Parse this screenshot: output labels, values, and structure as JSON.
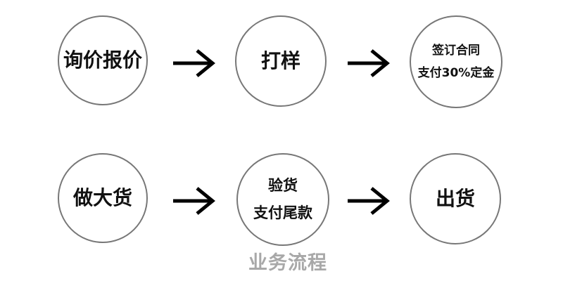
{
  "steps": {
    "inquiry": {
      "label": "询价报价"
    },
    "sample": {
      "label": "打样"
    },
    "contract": {
      "line1": "签订合同",
      "line2": "支付30%定金"
    },
    "production": {
      "label": "做大货"
    },
    "inspection": {
      "line1": "验货",
      "line2": "支付尾款"
    },
    "shipment": {
      "label": "出货"
    }
  },
  "caption": "业务流程",
  "colors": {
    "circle_border": "#777777",
    "text": "#111111",
    "arrow": "#000000",
    "caption": "#a8a8a8"
  }
}
